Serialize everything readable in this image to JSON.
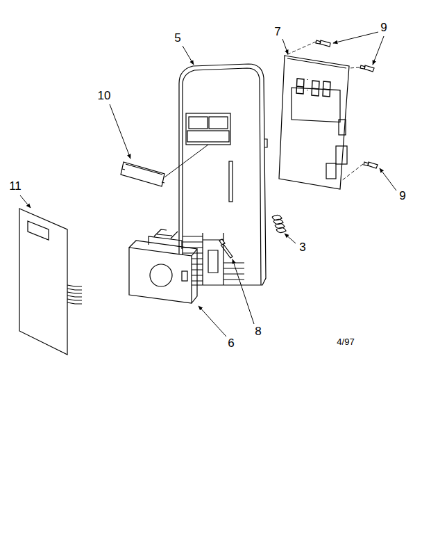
{
  "diagram": {
    "labels": [
      "7",
      "9",
      "5",
      "10",
      "11",
      "9",
      "3",
      "8",
      "6",
      "4/97"
    ]
  }
}
